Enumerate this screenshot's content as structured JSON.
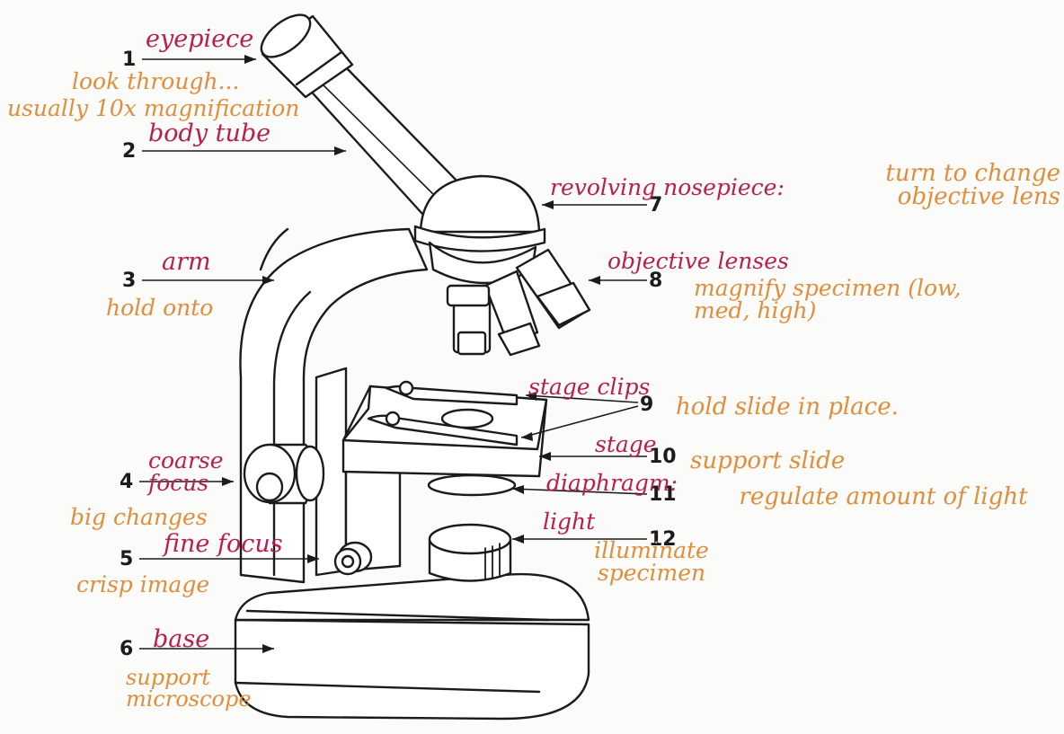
{
  "colors": {
    "part_name": "#b81e4f",
    "note": "#e08d3c",
    "ink": "#1b1b1b"
  },
  "labels": [
    {
      "num": "1",
      "part": "eyepiece",
      "note": [
        "look through...",
        "usually 10x magnification"
      ]
    },
    {
      "num": "2",
      "part": "body tube",
      "note": []
    },
    {
      "num": "3",
      "part": "arm",
      "note": [
        "hold onto"
      ]
    },
    {
      "num": "4",
      "part": "coarse focus",
      "note": [
        "big changes"
      ]
    },
    {
      "num": "5",
      "part": "fine focus",
      "note": [
        "crisp image"
      ]
    },
    {
      "num": "6",
      "part": "base",
      "note": [
        "support microscope"
      ]
    },
    {
      "num": "7",
      "part": "revolving nosepiece:",
      "note": [
        "turn to change objective lens"
      ]
    },
    {
      "num": "8",
      "part": "objective lenses",
      "note": [
        "magnify specimen (low, med, high)"
      ]
    },
    {
      "num": "9",
      "part": "stage clips",
      "note": [
        "hold slide in place."
      ]
    },
    {
      "num": "10",
      "part": "stage",
      "note": [
        "support slide"
      ]
    },
    {
      "num": "11",
      "part": "diaphragm:",
      "note": [
        "regulate amount of light"
      ]
    },
    {
      "num": "12",
      "part": "light",
      "note": [
        "illuminate specimen"
      ]
    }
  ]
}
